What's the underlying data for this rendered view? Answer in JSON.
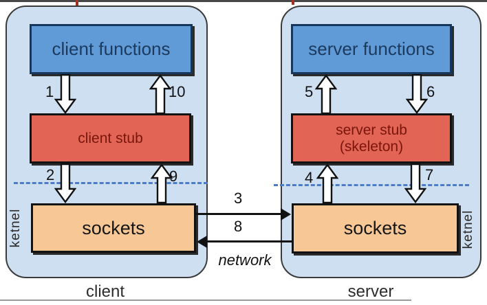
{
  "client_panel": {
    "caption": "client",
    "kernel_label": "ketnel",
    "boxes": {
      "functions": "client functions",
      "stub": "client stub",
      "sockets": "sockets"
    },
    "arrows": {
      "down_top": "1",
      "up_top": "10",
      "down_bottom": "2",
      "up_bottom": "9"
    }
  },
  "server_panel": {
    "caption": "server",
    "kernel_label": "ketnel",
    "boxes": {
      "functions": "server functions",
      "stub_line1": "server stub",
      "stub_line2": "(skeleton)",
      "sockets": "sockets"
    },
    "arrows": {
      "up_top": "5",
      "down_top": "6",
      "up_bottom": "4",
      "down_bottom": "7"
    }
  },
  "network": {
    "label": "network",
    "request_arrow_label": "3",
    "reply_arrow_label": "8"
  },
  "colors": {
    "panel_fill": "#cfdff2",
    "functions_box_fill": "#609bd8",
    "functions_box_border": "#16365c",
    "stub_box_fill": "#e16455",
    "stub_text": "#7a150c",
    "sockets_box_fill": "#f7c795",
    "dashed_line": "#4a7cc7",
    "arrow_fill": "#ffffff",
    "outline": "#111111"
  }
}
